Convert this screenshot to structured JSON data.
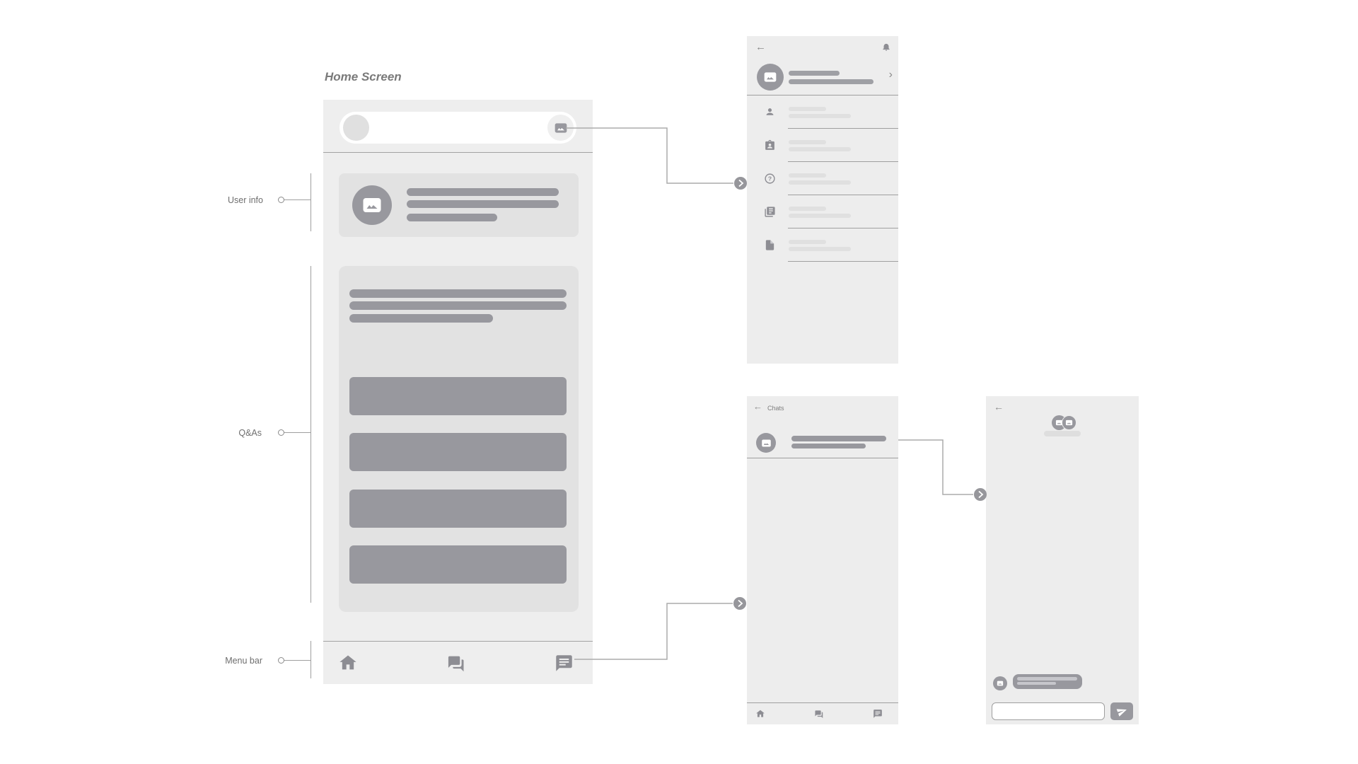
{
  "title": "Home Screen",
  "annotations": {
    "labels": [
      {
        "text": "User info"
      },
      {
        "text": "Q&As"
      },
      {
        "text": "Menu bar"
      }
    ]
  },
  "glyphs": {
    "back_arrow": "←",
    "chevron_right": "›"
  },
  "screens": {
    "home": {
      "name": "Home Screen",
      "search_bar": {
        "value": "",
        "right_icon": "image-icon"
      },
      "user_info_card": {
        "avatar_icon": "image-icon",
        "text_bars": 3
      },
      "qa_card": {
        "text_bars": 3,
        "buttons": 4
      },
      "nav_icons": [
        "home-icon",
        "chats-icon",
        "messages-icon"
      ]
    },
    "profile": {
      "top_icons": [
        "back-arrow-icon",
        "bell-icon"
      ],
      "header": {
        "avatar_icon": "image-icon",
        "chevron": "chevron-right-icon"
      },
      "menu_items": [
        "person-icon",
        "contact-card-icon",
        "help-icon",
        "news-icon",
        "document-icon"
      ]
    },
    "chats": {
      "title": "Chats",
      "list_item": {
        "avatar_icon": "image-icon"
      },
      "nav_icons": [
        "home-icon",
        "chats-icon",
        "messages-icon"
      ]
    },
    "chat_detail": {
      "header_avatars": 2,
      "message": {
        "avatar_icon": "image-icon"
      },
      "input": {
        "value": ""
      },
      "send_icon": "send-icon"
    }
  },
  "colors": {
    "canvas_bg": "#ffffff",
    "frame_bg": "#eeeeee",
    "panel_bg": "#ededed",
    "card_bg": "#e2e2e2",
    "placeholder_dark": "#98989e",
    "placeholder_light": "#e0e0e0",
    "icon_gray": "#8d8d93",
    "divider": "#a3a3a3",
    "connector": "#ababab",
    "annotation_text": "#6e6e6e",
    "title_text": "#7a7a7a"
  }
}
